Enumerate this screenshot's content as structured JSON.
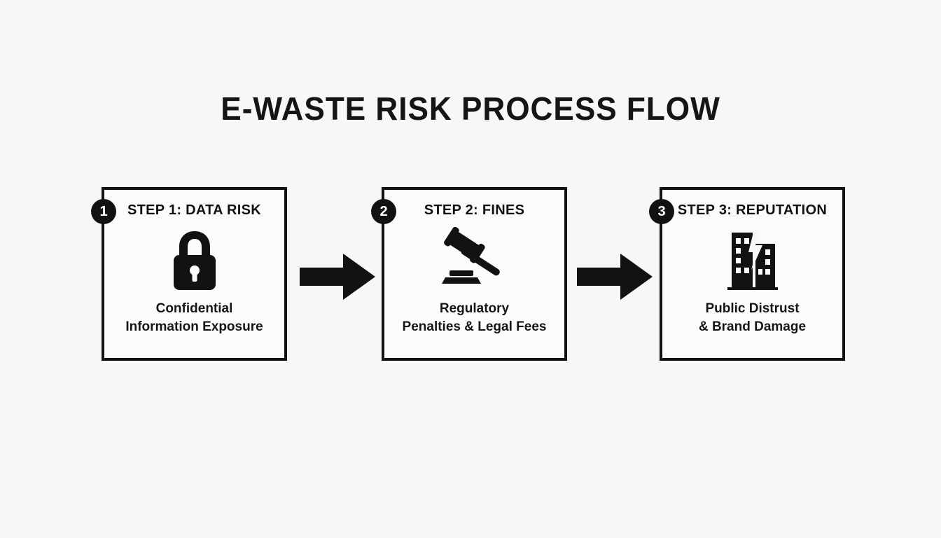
{
  "title": "E-WASTE RISK PROCESS FLOW",
  "steps": [
    {
      "number": "1",
      "header": "STEP 1: DATA RISK",
      "icon": "lock-icon",
      "caption1": "Confidential",
      "caption2": "Information Exposure"
    },
    {
      "number": "2",
      "header": "STEP 2: FINES",
      "icon": "gavel-icon",
      "caption1": "Regulatory",
      "caption2": "Penalties & Legal Fees"
    },
    {
      "number": "3",
      "header": "STEP 3: REPUTATION",
      "icon": "building-icon",
      "caption1": "Public Distrust",
      "caption2": "& Brand Damage"
    }
  ],
  "colors": {
    "ink": "#121212",
    "background": "#f7f7f5"
  }
}
